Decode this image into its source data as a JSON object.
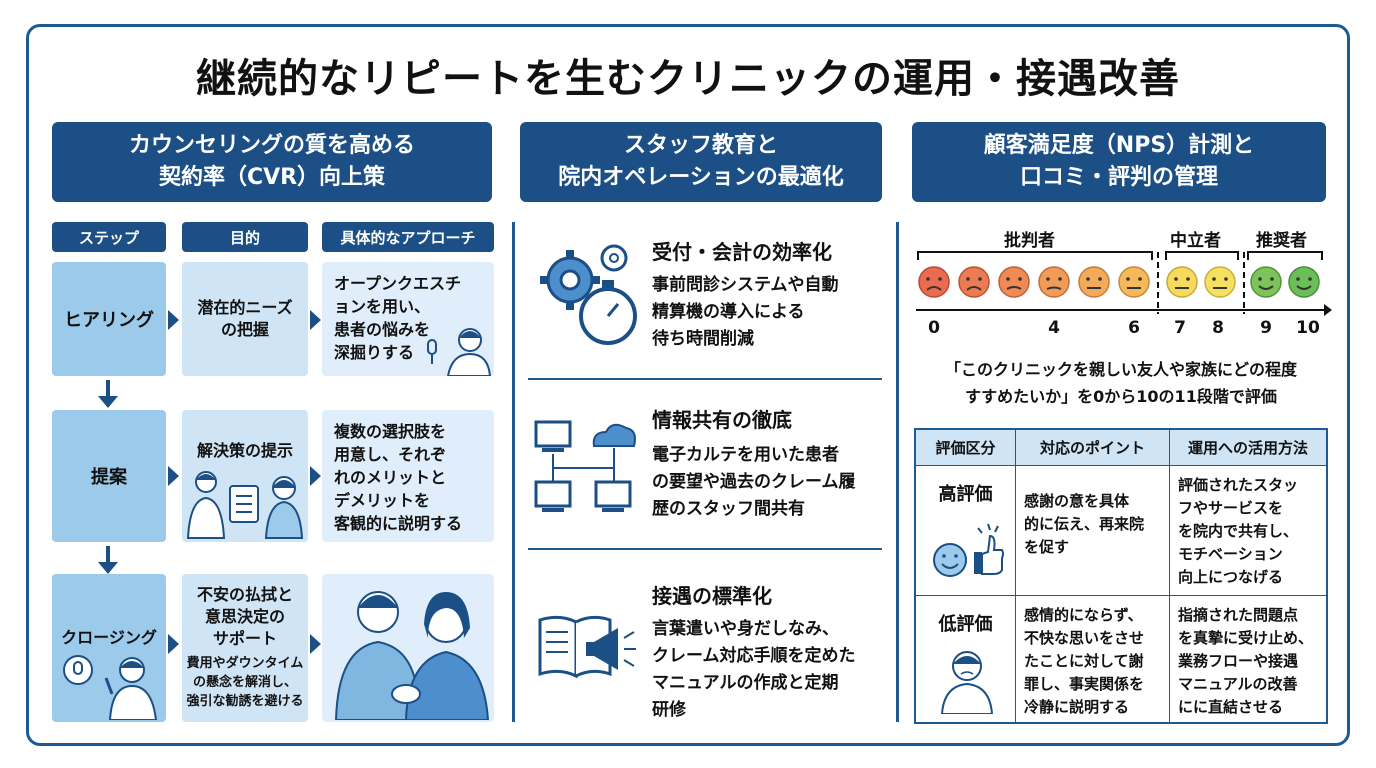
{
  "title": "継続的なリピートを生むクリニックの運用・接遇改善",
  "colors": {
    "navy": "#1b4f86",
    "light_blue": "#cfe5f6",
    "mid_blue": "#9ccaeb"
  },
  "sections": [
    {
      "line1": "カウンセリングの質を高める",
      "line2": "契約率（CVR）向上策"
    },
    {
      "line1": "スタッフ教育と",
      "line2": "院内オペレーションの最適化"
    },
    {
      "line1": "顧客満足度（NPS）計測と",
      "line2": "口コミ・評判の管理"
    }
  ],
  "counseling": {
    "headers": {
      "step": "ステップ",
      "goal": "目的",
      "approach": "具体的なアプローチ"
    },
    "rows": [
      {
        "step": "ヒアリング",
        "goal": [
          "潜在的ニーズ",
          "の把握"
        ],
        "approach": [
          "オープンクエスチ",
          "ョンを用い、",
          "患者の悩みを",
          "深掘りする"
        ],
        "sub": []
      },
      {
        "step": "提案",
        "goal": [
          "解決策の提示"
        ],
        "approach": [
          "複数の選択肢を",
          "用意し、それぞ",
          "れのメリットと",
          "デメリットを",
          "客観的に説明する"
        ],
        "sub": []
      },
      {
        "step": "クロージング",
        "goal": [
          "不安の払拭と",
          "意思決定の",
          "サポート"
        ],
        "approach": [],
        "sub": [
          "費用やダウンタイム",
          "の懸念を解消し、",
          "強引な勧誘を避ける"
        ]
      }
    ]
  },
  "staff": [
    {
      "title": "受付・会計の効率化",
      "text": [
        "事前問診システムや自動",
        "精算機の導入による",
        "待ち時間削減"
      ],
      "icon": "gear-stopwatch-icon"
    },
    {
      "title": "情報共有の徹底",
      "text": [
        "電子カルテを用いた患者",
        "の要望や過去のクレーム履",
        "歴のスタッフ間共有"
      ],
      "icon": "network-cloud-icon"
    },
    {
      "title": "接遇の標準化",
      "text": [
        "言葉遣いや身だしなみ、",
        "クレーム対応手順を定めた",
        "マニュアルの作成と定期",
        "研修"
      ],
      "icon": "manual-megaphone-icon"
    }
  ],
  "nps": {
    "groups": {
      "detractor": "批判者",
      "passive": "中立者",
      "promoter": "推奨者"
    },
    "scale_labels": [
      "0",
      "4",
      "6",
      "7",
      "8",
      "9",
      "10"
    ],
    "quote": [
      "「このクリニックを親しい友人や家族にどの程度",
      "すすめたいか」を0から10の11段階で評価"
    ],
    "table": {
      "headers": [
        "評価区分",
        "対応のポイント",
        "運用への活用方法"
      ],
      "rows": [
        {
          "label": "高評価",
          "point": [
            "感謝の意を具体",
            "的に伝え、再来院",
            "を促す"
          ],
          "use": [
            "評価されたスタッ",
            "フやサービスを",
            "を院内で共有し、",
            "モチベーション",
            "向上につなげる"
          ]
        },
        {
          "label": "低評価",
          "point": [
            "感情的にならず、",
            "不快な思いをさせ",
            "たことに対して謝",
            "罪し、事実関係を",
            "冷静に説明する"
          ],
          "use": [
            "指摘された問題点",
            "を真摯に受け止め、",
            "業務フローや接遇",
            "マニュアルの改善",
            "にに直結させる"
          ]
        }
      ]
    }
  }
}
